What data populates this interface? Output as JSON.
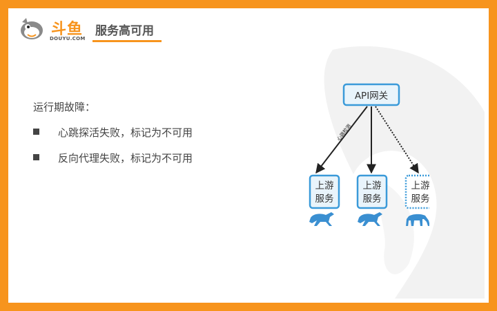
{
  "header": {
    "logo_text": "斗鱼",
    "logo_sub": "DOUYU.COM",
    "title": "服务高可用"
  },
  "content": {
    "heading": "运行期故障：",
    "bullets": [
      "心跳探活失败，标记为不可用",
      "反向代理失败，标记为不可用"
    ]
  },
  "diagram": {
    "gateway_label": "API网关",
    "edge_label": "心跳检测",
    "services": [
      {
        "line1": "上游",
        "line2": "服务",
        "status": "available"
      },
      {
        "line1": "上游",
        "line2": "服务",
        "status": "available"
      },
      {
        "line1": "上游",
        "line2": "服务",
        "status": "unavailable"
      }
    ]
  },
  "colors": {
    "accent": "#f7941d",
    "box_border": "#3a9ad9",
    "box_fill": "#e9f4fb",
    "horse": "#3a8fd1"
  }
}
